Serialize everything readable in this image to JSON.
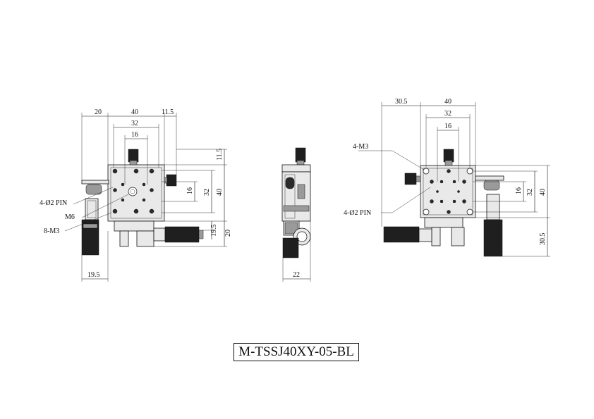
{
  "model": "M-TSSJ40XY-05-BL",
  "front_view": {
    "top_dims": [
      "20",
      "40",
      "11.5",
      "32",
      "16"
    ],
    "right_dims": [
      "11.5",
      "16",
      "32",
      "40",
      "19.5",
      "20"
    ],
    "bottom_dim": "19.5",
    "callouts": [
      "4-Ø2 PIN",
      "M6",
      "8-M3"
    ]
  },
  "side_view": {
    "bottom_dim": "22"
  },
  "top_view": {
    "top_dims": [
      "30.5",
      "40",
      "32",
      "16"
    ],
    "right_dims": [
      "16",
      "32",
      "40",
      "30.5"
    ],
    "callouts": [
      "4-M3",
      "4-Ø2 PIN"
    ]
  },
  "colors": {
    "line": "#111111",
    "body": "#e9e9e9",
    "knurl": "#1f1f1f"
  }
}
